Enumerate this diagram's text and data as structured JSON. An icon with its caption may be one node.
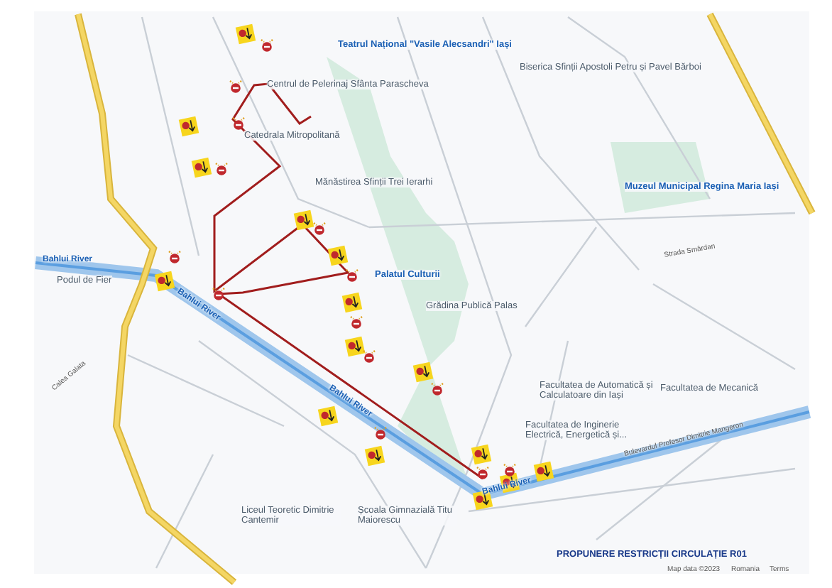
{
  "diagram": {
    "title": "PROPUNERE RESTRICȚII CIRCULAȚIE R01",
    "labels": [
      "Teatrul Național \"Vasile Alecsandri\" Iași",
      "Centrul de Pelerinaj Sfânta Parascheva",
      "Catedrala Mitropolitană",
      "Mănăstirea Sfinții Trei Ierarhi",
      "Palatul Culturii",
      "Grădina Publică Palas",
      "Muzeul Municipal Regina Maria Iași",
      "Biserica Sfinții Apostoli Petru și Pavel Bărboi",
      "Bahlui River",
      "Bahlui River",
      "Bahlui River",
      "Bahlui River",
      "Podul de Fier",
      "Facultatea de Automatică și Calculatoare din Iași",
      "Facultatea de Mecanică",
      "Facultatea de Inginerie Electrică, Energetică și...",
      "Liceul Teoretic Dimitrie Cantemir",
      "Școala Gimnazială Titu Maiorescu",
      "Bulevardul Profesor Dimitrie Mangeron",
      "Calea Galata",
      "Strada Smârdan",
      "Map data ©2023",
      "Romania",
      "Terms"
    ]
  }
}
